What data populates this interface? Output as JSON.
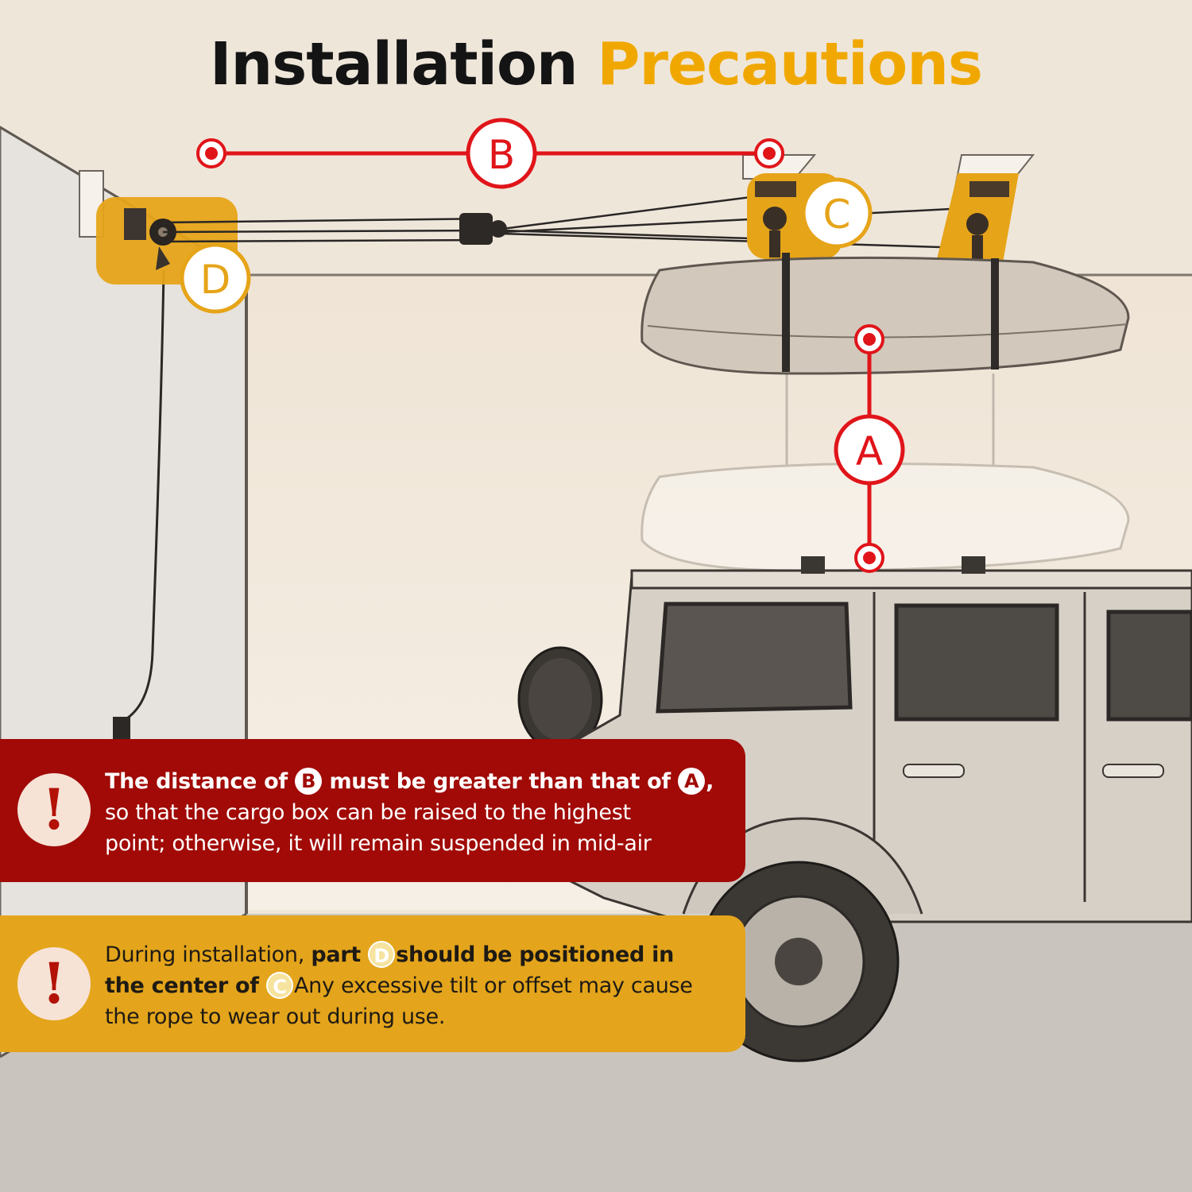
{
  "title": {
    "word1": "Installation",
    "word2": "Precautions"
  },
  "labels": {
    "b": "B",
    "c": "C",
    "d": "D",
    "a": "A"
  },
  "colors": {
    "accent_yellow": "#f0a800",
    "marker_red": "#e0151a",
    "panel_red": "#a10a06",
    "panel_yellow": "#e4a51c"
  },
  "icons": {
    "warning": "exclamation-icon"
  },
  "notes": {
    "warn_glyph": "!",
    "first": {
      "part1": "The distance of",
      "chip1": "B",
      "part2": "must be greater than that of",
      "chip2": "A",
      "part3": ",",
      "line2": "so that the cargo box can be raised to the highest",
      "line3": "point; otherwise, it will remain suspended in mid-air"
    },
    "second": {
      "part1": "During installation,",
      "part2": "part",
      "chip1": "D",
      "part3": "should be positioned  in",
      "part4": "the center of",
      "chip2": "C",
      "part5": "Any excessive tilt or offset may cause",
      "line3": "the rope to wear out during use."
    }
  }
}
